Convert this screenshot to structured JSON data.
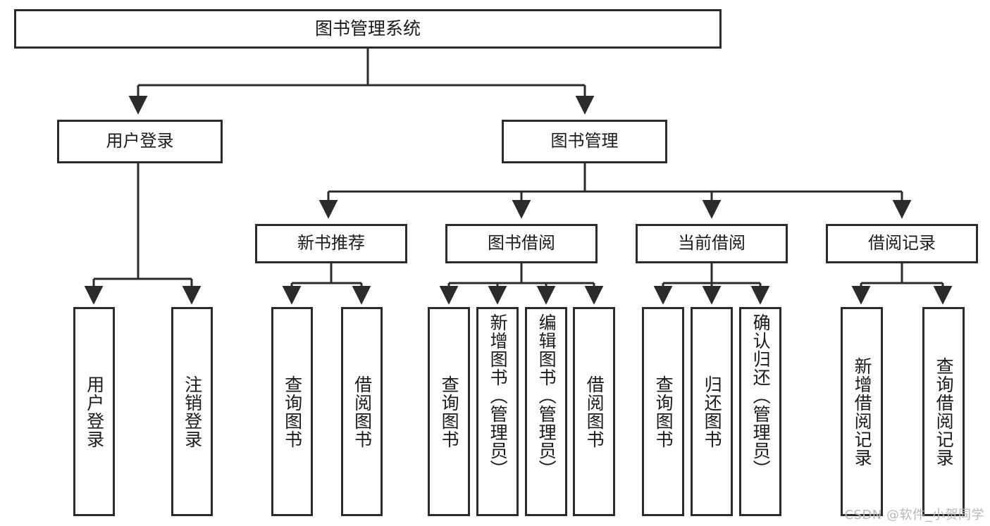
{
  "diagram": {
    "title": "图书管理系统",
    "type": "hierarchy-tree",
    "watermark": "CSDN @软件_小贺同学",
    "colors": {
      "border": "#2b2b2b",
      "background": "#ffffff",
      "text": "#1a1a1a",
      "watermark": "#b8b8b8"
    },
    "root": {
      "label": "图书管理系统"
    },
    "level1": [
      {
        "label": "用户登录"
      },
      {
        "label": "图书管理"
      }
    ],
    "level2": [
      {
        "label": "新书推荐"
      },
      {
        "label": "图书借阅"
      },
      {
        "label": "当前借阅"
      },
      {
        "label": "借阅记录"
      }
    ],
    "leaves": {
      "user_login": [
        {
          "label": "用户登录"
        },
        {
          "label": "注销登录"
        }
      ],
      "new_book_recommend": [
        {
          "label": "查询图书"
        },
        {
          "label": "借阅图书"
        }
      ],
      "book_borrow": [
        {
          "label": "查询图书"
        },
        {
          "label": "新增图书（管理员）"
        },
        {
          "label": "编辑图书（管理员）"
        },
        {
          "label": "借阅图书"
        }
      ],
      "current_borrow": [
        {
          "label": "查询图书"
        },
        {
          "label": "归还图书"
        },
        {
          "label": "确认归还（管理员）"
        }
      ],
      "borrow_record": [
        {
          "label": "新增借阅记录"
        },
        {
          "label": "查询借阅记录"
        }
      ]
    }
  }
}
